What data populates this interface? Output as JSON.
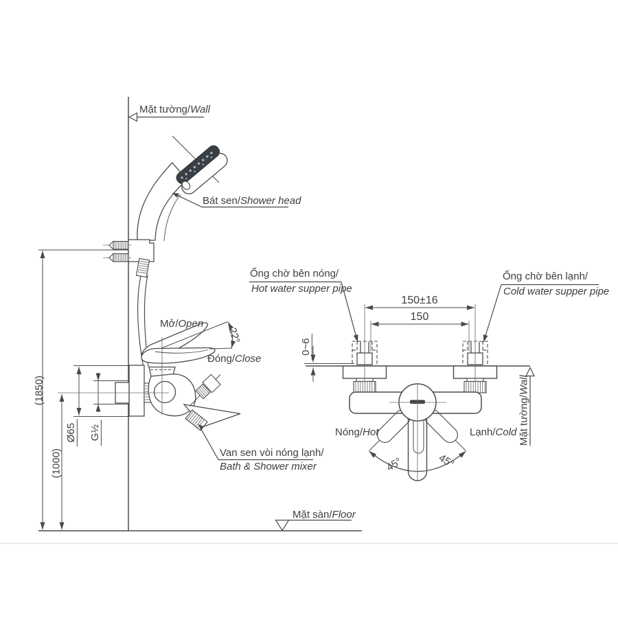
{
  "drawing": {
    "type": "bath-shower-mixer installation drawing",
    "views": [
      "side view with shower set",
      "front view of mixer"
    ]
  },
  "labels": {
    "wall_left": {
      "vi": "Mặt tường/",
      "en": "Wall"
    },
    "shower_head": {
      "vi": "Bát sen/",
      "en": "Shower head"
    },
    "open": {
      "vi": "Mở/",
      "en": "Open"
    },
    "close": {
      "vi": "Đóng/",
      "en": "Close"
    },
    "mixer": {
      "vi": "Van sen vòi nóng lạnh/",
      "en": "Bath & Shower mixer"
    },
    "floor": {
      "vi": "Mặt sàn/",
      "en": "Floor"
    },
    "hot_pipe": {
      "vi": "Ống chờ bên nóng/",
      "en": "Hot water supper pipe"
    },
    "cold_pipe": {
      "vi": "Ống chờ bên lạnh/",
      "en": "Cold water supper pipe"
    },
    "hot": {
      "vi": "Nóng/",
      "en": "Hot"
    },
    "cold": {
      "vi": "Lạnh/",
      "en": "Cold"
    },
    "wall_right": {
      "vi": "Mặt tường/",
      "en": "Wall"
    }
  },
  "dimensions": {
    "total_height": "(1850)",
    "mixer_height": "(1000)",
    "flange_diameter": "Ø65",
    "thread_size": "G½",
    "open_angle": "22°",
    "pipe_spacing_tolerance": "150±16",
    "pipe_spacing": "150",
    "wall_protrusion": "0~6",
    "swing_left": "45°",
    "swing_right": "45°"
  },
  "colors": {
    "line": "#4a4a4a",
    "text": "#3e3e3e",
    "dark_fill": "#3a3f46",
    "page_line": "#e4e4e4"
  }
}
